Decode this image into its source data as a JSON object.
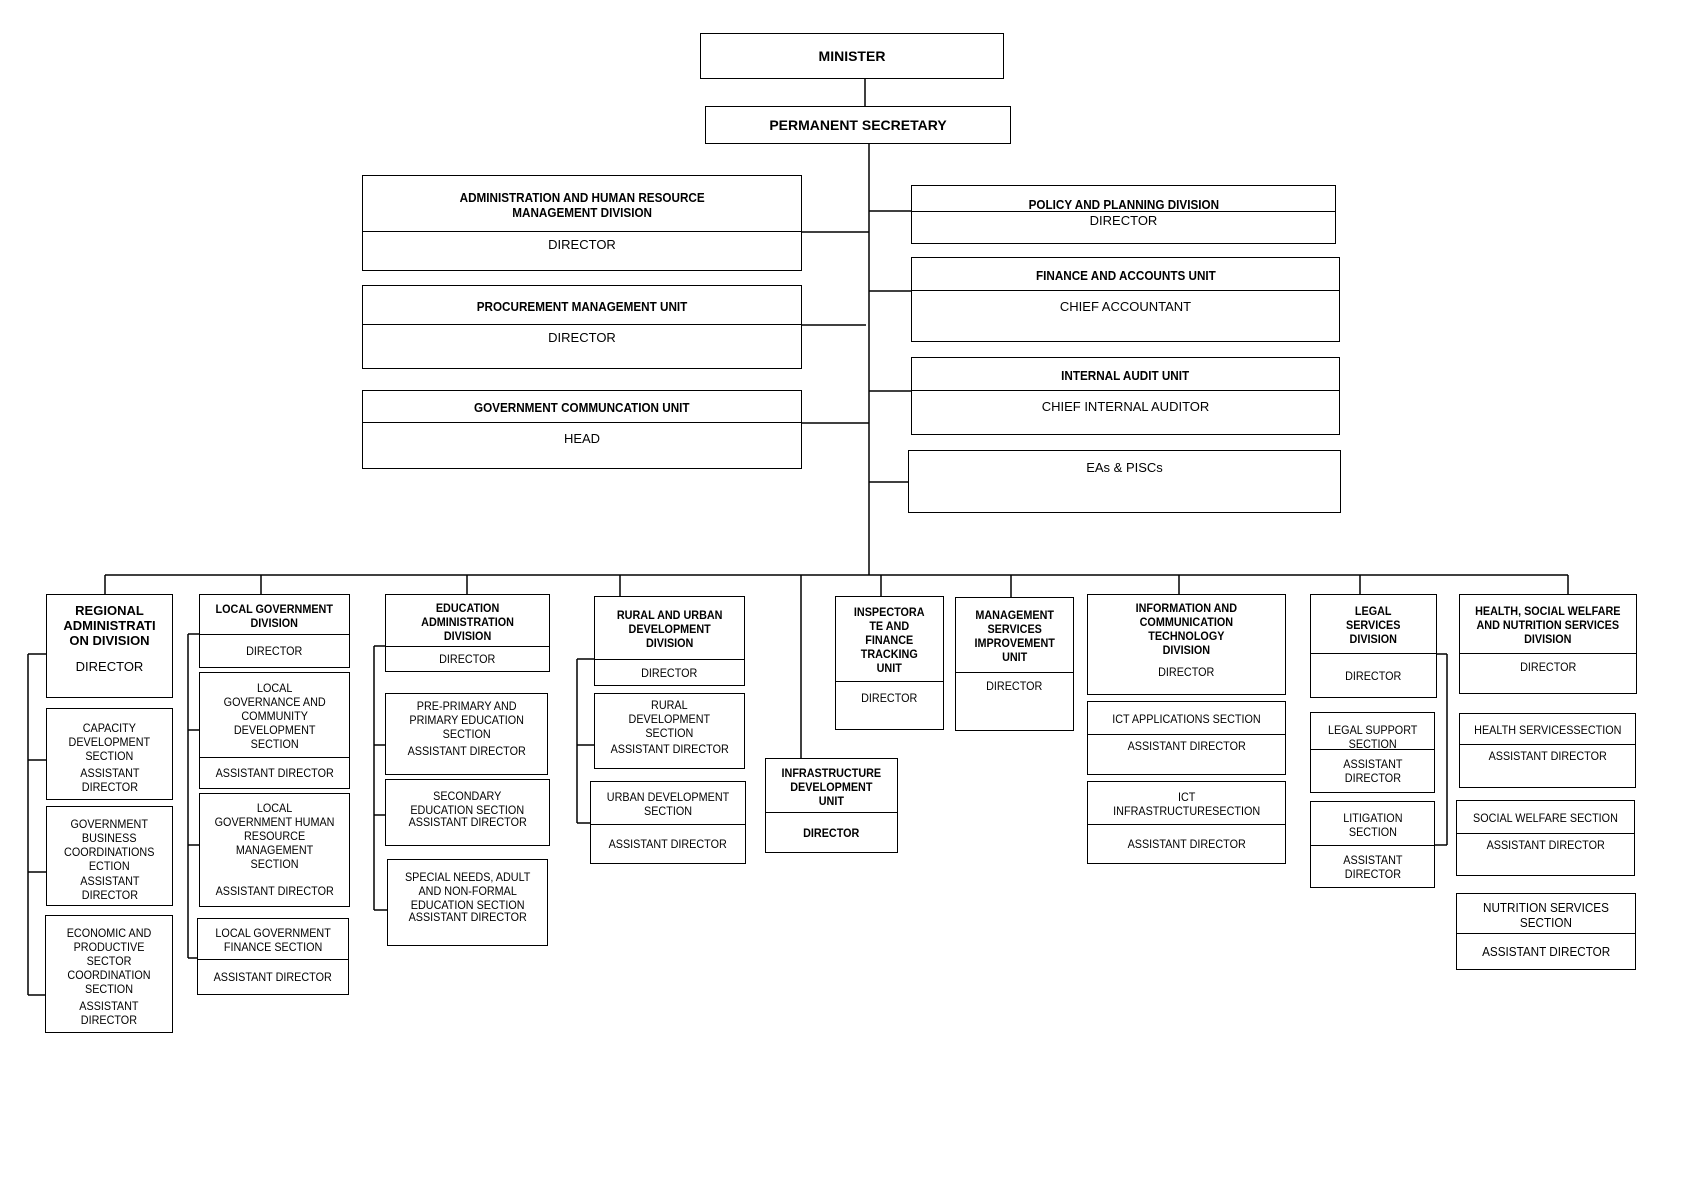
{
  "minister": "MINISTER",
  "permanent_secretary": "PERMANENT SECRETARY",
  "left_units": [
    {
      "name": "ADMINISTRATION AND HUMAN RESOURCE\nMANAGEMENT DIVISION",
      "head": "DIRECTOR"
    },
    {
      "name": "PROCUREMENT MANAGEMENT UNIT",
      "head": "DIRECTOR"
    },
    {
      "name": "GOVERNMENT COMMUNCATION UNIT",
      "head": "HEAD"
    }
  ],
  "right_units": [
    {
      "name": "POLICY AND PLANNING DIVISION",
      "head": "DIRECTOR"
    },
    {
      "name": "FINANCE AND ACCOUNTS UNIT",
      "head": "CHIEF ACCOUNTANT"
    },
    {
      "name": "INTERNAL AUDIT UNIT",
      "head": "CHIEF INTERNAL AUDITOR"
    },
    {
      "name": "EAs & PISCs"
    }
  ],
  "divisions": [
    {
      "name": "REGIONAL\nADMINISTRATI\nON DIVISION",
      "head": "DIRECTOR",
      "sections": [
        {
          "name": "CAPACITY\nDEVELOPMENT\nSECTION",
          "head": "ASSISTANT\nDIRECTOR"
        },
        {
          "name": "GOVERNMENT\nBUSINESS\nCOORDINATIONS\nECTION",
          "head": "ASSISTANT\nDIRECTOR"
        },
        {
          "name": "ECONOMIC AND\nPRODUCTIVE\nSECTOR\nCOORDINATION\nSECTION",
          "head": "ASSISTANT\nDIRECTOR"
        }
      ]
    },
    {
      "name": "LOCAL GOVERNMENT\nDIVISION",
      "head": "DIRECTOR",
      "sections": [
        {
          "name": "LOCAL\nGOVERNANCE AND\nCOMMUNITY\nDEVELOPMENT\nSECTION",
          "head": "ASSISTANT DIRECTOR"
        },
        {
          "name": "LOCAL\nGOVERNMENT HUMAN\nRESOURCE\nMANAGEMENT\nSECTION",
          "head": "ASSISTANT DIRECTOR"
        },
        {
          "name": "LOCAL GOVERNMENT\nFINANCE SECTION",
          "head": "ASSISTANT DIRECTOR"
        }
      ]
    },
    {
      "name": "EDUCATION\nADMINISTRATION\nDIVISION",
      "head": "DIRECTOR",
      "sections": [
        {
          "name": "PRE-PRIMARY AND\nPRIMARY EDUCATION\nSECTION",
          "head": "ASSISTANT DIRECTOR"
        },
        {
          "name": "SECONDARY\nEDUCATION SECTION",
          "head": "ASSISTANT DIRECTOR"
        },
        {
          "name": "SPECIAL NEEDS, ADULT\nAND NON-FORMAL\nEDUCATION SECTION",
          "head": "ASSISTANT DIRECTOR"
        }
      ]
    },
    {
      "name": "RURAL AND URBAN\nDEVELOPMENT\nDIVISION",
      "head": "DIRECTOR",
      "sections": [
        {
          "name": "RURAL\nDEVELOPMENT\nSECTION",
          "head": "ASSISTANT DIRECTOR"
        },
        {
          "name": "URBAN DEVELOPMENT\nSECTION",
          "head": "ASSISTANT DIRECTOR"
        }
      ]
    },
    {
      "name": "INFRASTRUCTURE\nDEVELOPMENT\nUNIT",
      "head": "DIRECTOR",
      "sections": []
    },
    {
      "name": "INSPECTORA\nTE AND\nFINANCE\nTRACKING\nUNIT",
      "head": "DIRECTOR",
      "sections": []
    },
    {
      "name": "MANAGEMENT\nSERVICES\nIMPROVEMENT\nUNIT",
      "head": "DIRECTOR",
      "sections": []
    },
    {
      "name": "INFORMATION AND\nCOMMUNICATION\nTECHNOLOGY\nDIVISION",
      "head": "DIRECTOR",
      "sections": [
        {
          "name": "ICT APPLICATIONS SECTION",
          "head": "ASSISTANT DIRECTOR"
        },
        {
          "name": "ICT\nINFRASTRUCTURESECTION",
          "head": "ASSISTANT DIRECTOR"
        }
      ]
    },
    {
      "name": "LEGAL\nSERVICES\nDIVISION",
      "head": "DIRECTOR",
      "sections": [
        {
          "name": "LEGAL SUPPORT\nSECTION",
          "head": "ASSISTANT\nDIRECTOR"
        },
        {
          "name": "LITIGATION\nSECTION",
          "head": "ASSISTANT\nDIRECTOR"
        }
      ]
    },
    {
      "name": "HEALTH, SOCIAL WELFARE\nAND NUTRITION SERVICES\nDIVISION",
      "head": "DIRECTOR",
      "sections": [
        {
          "name": "HEALTH SERVICESSECTION",
          "head": "ASSISTANT DIRECTOR"
        },
        {
          "name": "SOCIAL WELFARE SECTION",
          "head": "ASSISTANT DIRECTOR"
        },
        {
          "name": "NUTRITION SERVICES\nSECTION",
          "head": "ASSISTANT DIRECTOR"
        }
      ]
    }
  ]
}
